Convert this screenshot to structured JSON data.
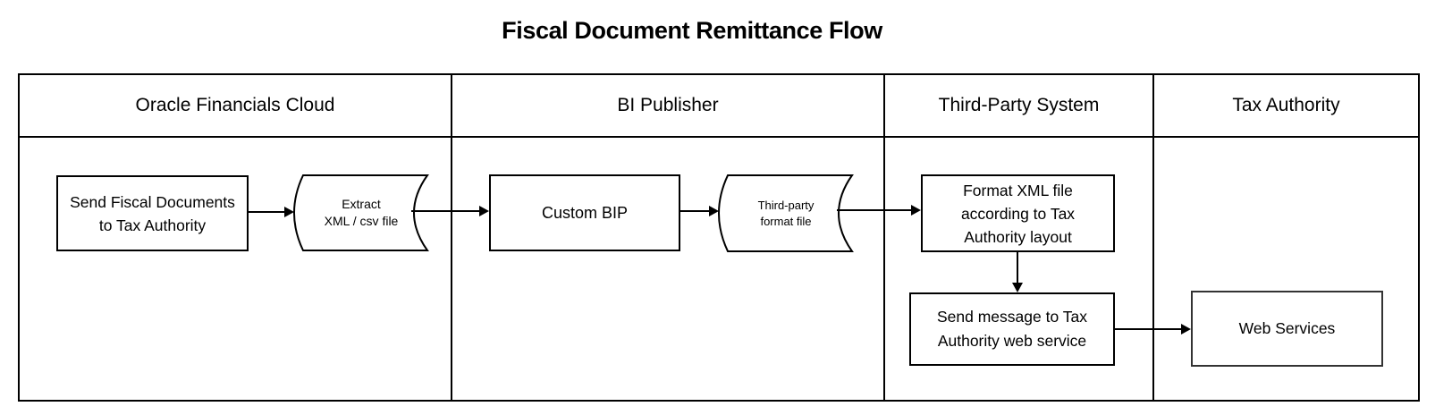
{
  "title": "Fiscal Document Remittance Flow",
  "lanes": [
    {
      "label": "Oracle Financials Cloud"
    },
    {
      "label": "BI Publisher"
    },
    {
      "label": "Third-Party System"
    },
    {
      "label": "Tax Authority"
    }
  ],
  "nodes": {
    "send_fiscal": {
      "type": "process",
      "lane": "Oracle Financials Cloud",
      "lines": [
        "Send Fiscal Documents",
        "to Tax Authority"
      ]
    },
    "extract_file": {
      "type": "stored-data",
      "lane": "Oracle Financials Cloud",
      "lines": [
        "Extract",
        "XML / csv file"
      ]
    },
    "custom_bip": {
      "type": "process",
      "lane": "BI Publisher",
      "lines": [
        "Custom BIP"
      ]
    },
    "third_party_file": {
      "type": "stored-data",
      "lane": "BI Publisher",
      "lines": [
        "Third-party",
        "format file"
      ]
    },
    "format_xml": {
      "type": "process",
      "lane": "Third-Party System",
      "lines": [
        "Format XML file",
        "according to Tax",
        "Authority layout"
      ]
    },
    "send_message": {
      "type": "process",
      "lane": "Third-Party System",
      "lines": [
        "Send message to Tax",
        "Authority web service"
      ]
    },
    "web_services": {
      "type": "process",
      "lane": "Tax Authority",
      "lines": [
        "Web Services"
      ]
    }
  },
  "connections": [
    {
      "from": "send_fiscal",
      "to": "extract_file",
      "direction": "right"
    },
    {
      "from": "extract_file",
      "to": "custom_bip",
      "direction": "right"
    },
    {
      "from": "custom_bip",
      "to": "third_party_file",
      "direction": "right"
    },
    {
      "from": "third_party_file",
      "to": "format_xml",
      "direction": "right"
    },
    {
      "from": "format_xml",
      "to": "send_message",
      "direction": "down"
    },
    {
      "from": "send_message",
      "to": "web_services",
      "direction": "right"
    }
  ],
  "colors": {
    "background": "#ffffff",
    "line": "#000000",
    "text": "#000000"
  }
}
